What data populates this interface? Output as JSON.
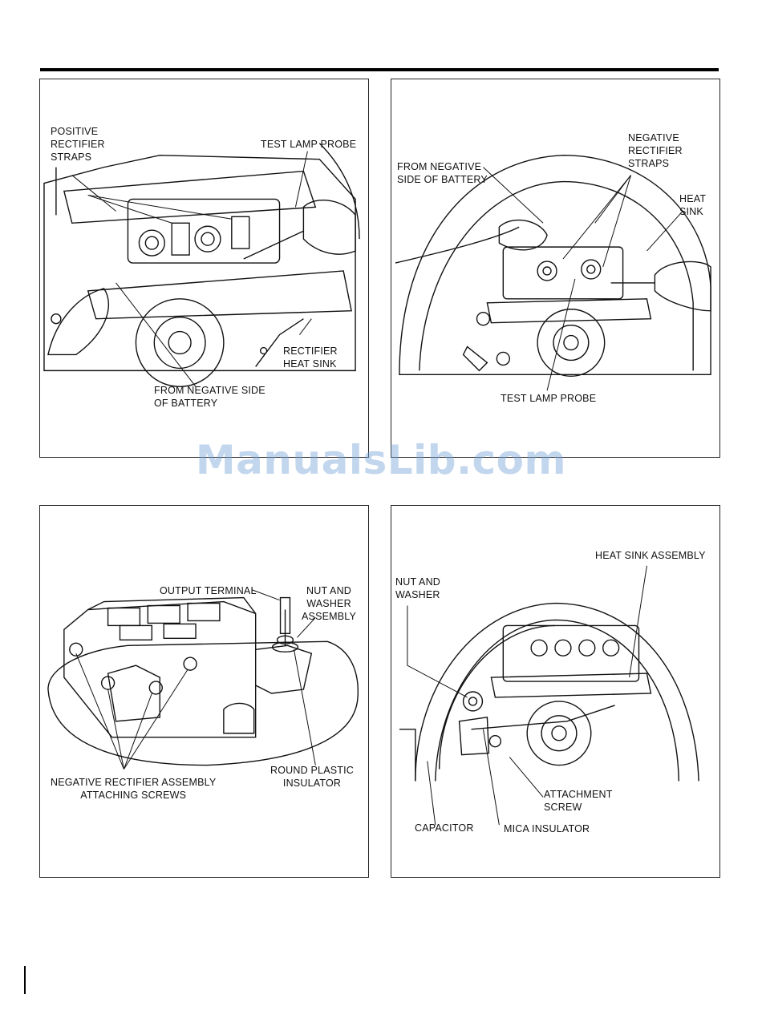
{
  "watermark": "ManualsLib.com",
  "panel1": {
    "labels": {
      "positive_rectifier_straps": "POSITIVE\nRECTIFIER\nSTRAPS",
      "test_lamp_probe": "TEST LAMP PROBE",
      "rectifier_heat_sink": "RECTIFIER\nHEAT SINK",
      "from_negative_side_of_battery": "FROM NEGATIVE SIDE\nOF BATTERY"
    }
  },
  "panel2": {
    "labels": {
      "negative_rectifier_straps": "NEGATIVE\nRECTIFIER\nSTRAPS",
      "from_negative_side_of_battery": "FROM NEGATIVE\nSIDE OF BATTERY",
      "heat_sink": "HEAT\nSINK",
      "test_lamp_probe": "TEST LAMP PROBE"
    }
  },
  "panel3": {
    "labels": {
      "output_terminal": "OUTPUT TERMINAL",
      "nut_and_washer_assembly": "NUT AND\nWASHER\nASSEMBLY",
      "negative_rectifier_assembly_attaching_screws": "NEGATIVE RECTIFIER ASSEMBLY\nATTACHING SCREWS",
      "round_plastic_insulator": "ROUND PLASTIC\nINSULATOR"
    }
  },
  "panel4": {
    "labels": {
      "heat_sink_assembly": "HEAT SINK ASSEMBLY",
      "nut_and_washer": "NUT AND\nWASHER",
      "attachment_screw": "ATTACHMENT\nSCREW",
      "capacitor": "CAPACITOR",
      "mica_insulator": "MICA INSULATOR"
    }
  }
}
